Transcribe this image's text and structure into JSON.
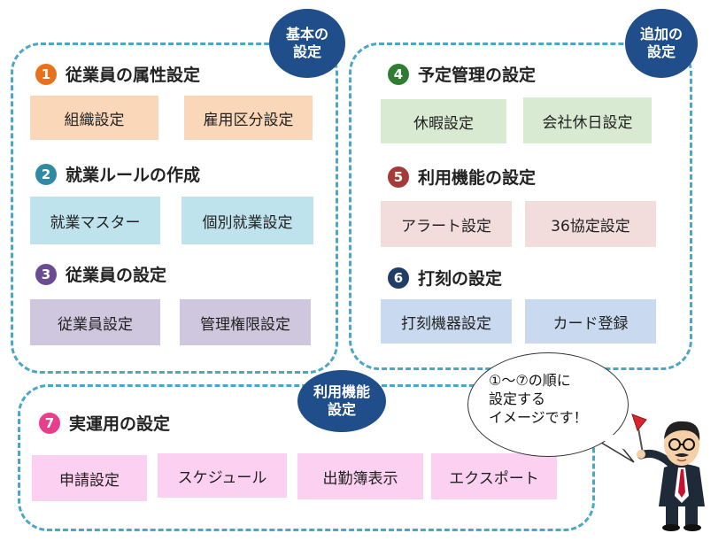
{
  "bubbles": {
    "basic": "基本の\n設定",
    "additional": "追加の\n設定",
    "usage": "利用機能\n設定"
  },
  "sections": {
    "s1": {
      "number": "1",
      "title": "従業員の属性設定",
      "color": "#e8711c",
      "items": [
        "組織設定",
        "雇用区分設定"
      ],
      "item_color": "#fad7b8"
    },
    "s2": {
      "number": "2",
      "title": "就業ルールの作成",
      "color": "#2f8aa3",
      "items": [
        "就業マスター",
        "個別就業設定"
      ],
      "item_color": "#bfe3ec"
    },
    "s3": {
      "number": "3",
      "title": "従業員の設定",
      "color": "#6a4c93",
      "items": [
        "従業員設定",
        "管理権限設定"
      ],
      "item_color": "#cfc7de"
    },
    "s4": {
      "number": "4",
      "title": "予定管理の設定",
      "color": "#2e7d32",
      "items": [
        "休暇設定",
        "会社休日設定"
      ],
      "item_color": "#d9ead3"
    },
    "s5": {
      "number": "5",
      "title": "利用機能の設定",
      "color": "#a33b3b",
      "items": [
        "アラート設定",
        "36協定設定"
      ],
      "item_color": "#f2dcdc"
    },
    "s6": {
      "number": "6",
      "title": "打刻の設定",
      "color": "#1f3d66",
      "items": [
        "打刻機器設定",
        "カード登録"
      ],
      "item_color": "#c9d9f0"
    },
    "s7": {
      "number": "7",
      "title": "実運用の設定",
      "color": "#e83e8c",
      "items": [
        "申請設定",
        "スケジュール",
        "出勤簿表示",
        "エクスポート"
      ],
      "item_color": "#fbd0f0"
    }
  },
  "speech": {
    "text": "①～⑦の順に\n設定する\nイメージです！"
  }
}
